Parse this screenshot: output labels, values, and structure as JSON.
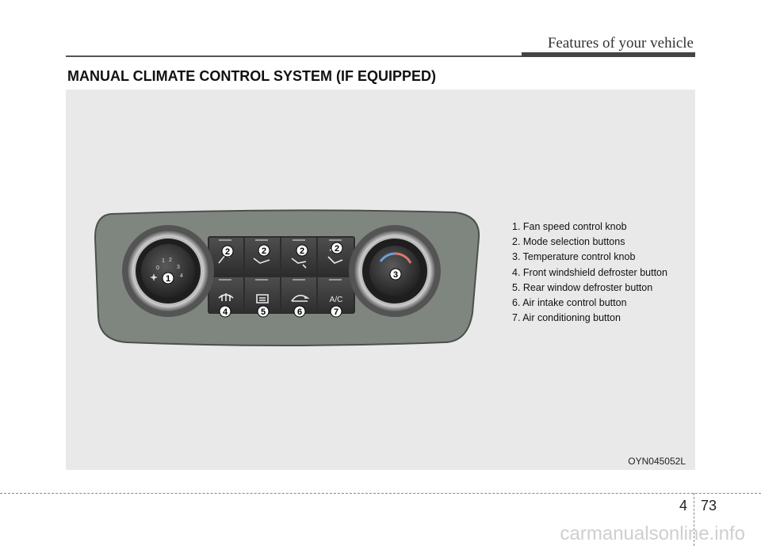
{
  "header": {
    "section_title": "Features of your vehicle"
  },
  "page": {
    "title": "MANUAL CLIMATE CONTROL SYSTEM (IF EQUIPPED)"
  },
  "figure": {
    "code": "OYN045052L",
    "fan_knob": {
      "ticks": [
        "0",
        "1",
        "2",
        "3",
        "4"
      ],
      "callout": "1"
    },
    "temp_knob": {
      "callout": "3"
    },
    "mode_callouts": [
      "2",
      "2",
      "2",
      "2"
    ],
    "lower_callouts": [
      "4",
      "5",
      "6",
      "7"
    ],
    "ac_label": "A/C",
    "icons": {
      "fan": "fan-icon",
      "mode_1": "mode-face-icon",
      "mode_2": "mode-face-floor-icon",
      "mode_3": "mode-floor-icon",
      "mode_4": "mode-floor-defrost-icon",
      "front_defrost": "front-defrost-icon",
      "rear_defrost": "rear-defrost-icon",
      "air_intake": "air-intake-icon"
    }
  },
  "legend": [
    "1. Fan speed control knob",
    "2. Mode selection buttons",
    "3. Temperature control knob",
    "4. Front windshield defroster button",
    "5. Rear window defroster button",
    "6. Air intake control button",
    "7. Air conditioning button"
  ],
  "footer": {
    "chapter": "4",
    "page": "73"
  },
  "watermark": "carmanualsonline.info"
}
